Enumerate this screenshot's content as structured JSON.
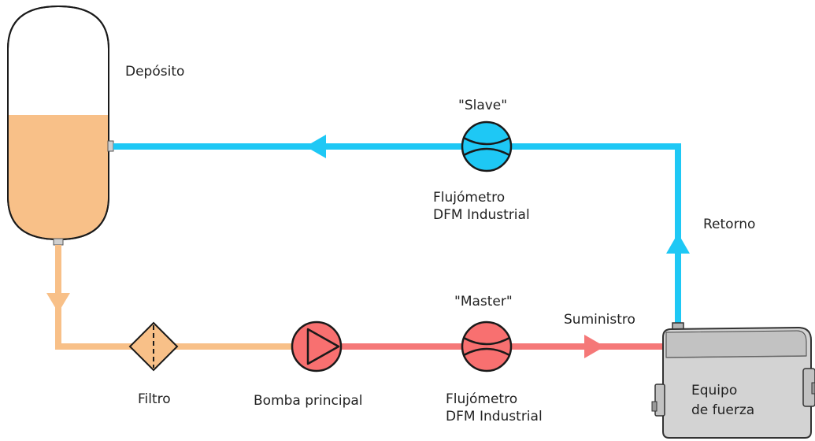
{
  "labels": {
    "tank": "Depósito",
    "slave_role": "\"Slave\"",
    "slave_meter_line1": "Flujómetro",
    "slave_meter_line2": "DFM Industrial",
    "return": "Retorno",
    "master_role": "\"Master\"",
    "supply": "Suministro",
    "filter": "Filtro",
    "pump": "Bomba principal",
    "master_meter_line1": "Flujómetro",
    "master_meter_line2": "DFM Industrial",
    "engine_line1": "Equipo",
    "engine_line2": "de fuerza"
  },
  "colors": {
    "fuel": "#f8c088",
    "return_line": "#1ec8f5",
    "supply_line": "#f57878",
    "return_meter": "#1ec8f5",
    "supply_meter": "#f87070",
    "pump": "#f87070",
    "engine": "#d0d0d0",
    "outline": "#1a1a1a"
  },
  "icons": {
    "tank": "tank-icon",
    "filter": "filter-icon",
    "pump": "pump-icon",
    "flowmeter": "flowmeter-icon",
    "engine": "engine-icon",
    "arrow": "flow-arrow-icon"
  }
}
